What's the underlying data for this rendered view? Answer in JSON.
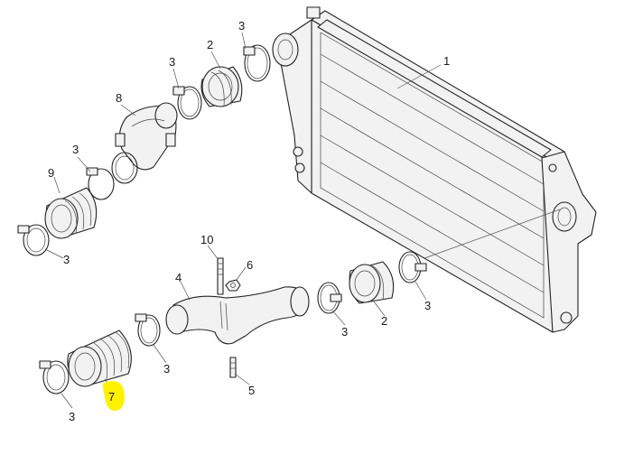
{
  "callouts": [
    {
      "id": "c1",
      "text": "1"
    },
    {
      "id": "c2a",
      "text": "2"
    },
    {
      "id": "c2b",
      "text": "2"
    },
    {
      "id": "c3a",
      "text": "3"
    },
    {
      "id": "c3b",
      "text": "3"
    },
    {
      "id": "c3c",
      "text": "3"
    },
    {
      "id": "c3d",
      "text": "3"
    },
    {
      "id": "c3e",
      "text": "3"
    },
    {
      "id": "c3f",
      "text": "3"
    },
    {
      "id": "c3g",
      "text": "3"
    },
    {
      "id": "c3h",
      "text": "3"
    },
    {
      "id": "c4",
      "text": "4"
    },
    {
      "id": "c5",
      "text": "5"
    },
    {
      "id": "c6",
      "text": "6"
    },
    {
      "id": "c7",
      "text": "7"
    },
    {
      "id": "c8",
      "text": "8"
    },
    {
      "id": "c9",
      "text": "9"
    },
    {
      "id": "c10",
      "text": "10"
    }
  ],
  "highlight": {
    "target": "c7",
    "color": "#fff200"
  }
}
